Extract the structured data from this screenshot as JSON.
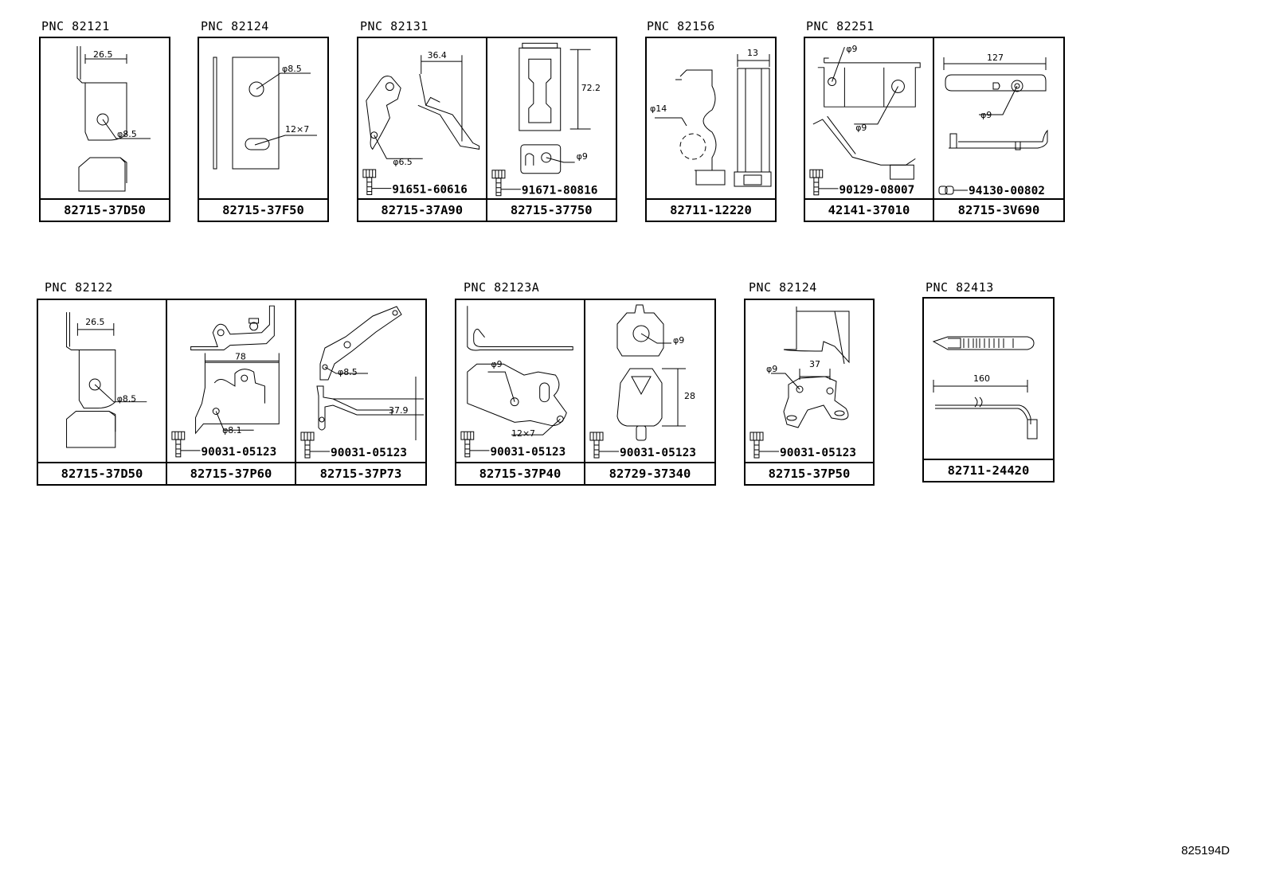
{
  "groups": [
    {
      "pnc": "PNC  82121",
      "parts": [
        {
          "number": "82715-37D50",
          "dims": [
            "26.5",
            "φ8.5"
          ]
        }
      ]
    },
    {
      "pnc": "PNC  82124",
      "parts": [
        {
          "number": "82715-37F50",
          "dims": [
            "φ8.5",
            "12×7"
          ]
        }
      ]
    },
    {
      "pnc": "PNC  82131",
      "parts": [
        {
          "number": "82715-37A90",
          "dims": [
            "36.4",
            "φ6.5"
          ],
          "hardware": "91651-60616"
        },
        {
          "number": "82715-37750",
          "dims": [
            "72.2",
            "φ9"
          ],
          "hardware": "91671-80816"
        }
      ]
    },
    {
      "pnc": "PNC  82156",
      "parts": [
        {
          "number": "82711-12220",
          "dims": [
            "13",
            "φ14"
          ]
        }
      ]
    },
    {
      "pnc": "PNC  82251",
      "parts": [
        {
          "number": "42141-37010",
          "dims": [
            "φ9",
            "φ9"
          ],
          "hardware": "90129-08007"
        },
        {
          "number": "82715-3V690",
          "dims": [
            "127",
            "φ9"
          ],
          "hardware": "94130-00802"
        }
      ]
    },
    {
      "pnc": "PNC  82122",
      "parts": [
        {
          "number": "82715-37D50",
          "dims": [
            "26.5",
            "φ8.5"
          ]
        },
        {
          "number": "82715-37P60",
          "dims": [
            "78",
            "φ8.1"
          ],
          "hardware": "90031-05123"
        },
        {
          "number": "82715-37P73",
          "dims": [
            "φ8.5",
            "37.9"
          ],
          "hardware": "90031-05123"
        }
      ]
    },
    {
      "pnc": "PNC  82123A",
      "parts": [
        {
          "number": "82715-37P40",
          "dims": [
            "φ9",
            "12×7"
          ],
          "hardware": "90031-05123"
        },
        {
          "number": "82729-37340",
          "dims": [
            "φ9",
            "28"
          ],
          "hardware": "90031-05123"
        }
      ]
    },
    {
      "pnc": "PNC  82124",
      "parts": [
        {
          "number": "82715-37P50",
          "dims": [
            "φ9",
            "37"
          ],
          "hardware": "90031-05123"
        }
      ]
    },
    {
      "pnc": "PNC  82413",
      "parts": [
        {
          "number": "82711-24420",
          "dims": [
            "160"
          ]
        }
      ]
    }
  ],
  "diagram_code": "825194D"
}
